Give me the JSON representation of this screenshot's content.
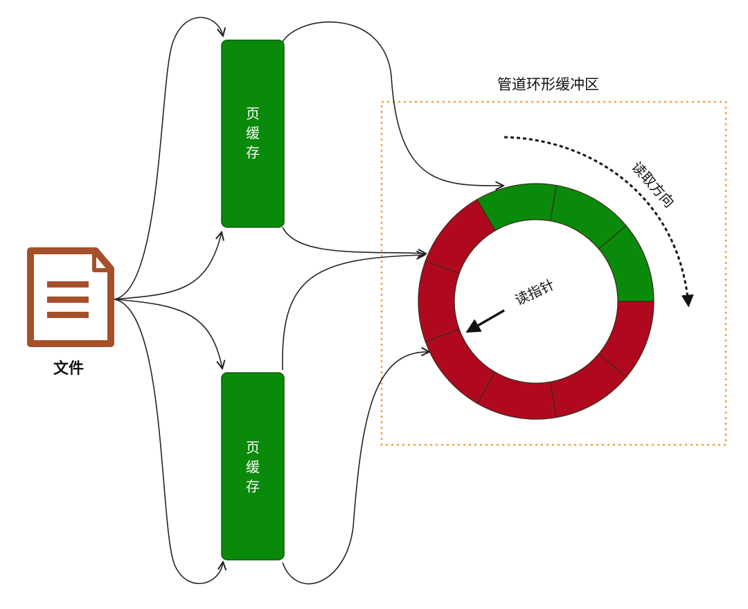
{
  "file": {
    "label": "文件",
    "icon": "document-icon"
  },
  "page_cache_top": {
    "label": "页缓存",
    "chars": [
      "页",
      "缓",
      "存"
    ]
  },
  "page_cache_bottom": {
    "label": "页缓存",
    "chars": [
      "页",
      "缓",
      "存"
    ]
  },
  "ring_buffer": {
    "title": "管道环形缓冲区",
    "read_pointer_label": "读指针",
    "read_direction_label": "读取方向",
    "segments": [
      {
        "state": "filled",
        "color": "#0a8a0a"
      },
      {
        "state": "filled",
        "color": "#0a8a0a"
      },
      {
        "state": "empty",
        "color": "#b0091f"
      },
      {
        "state": "empty",
        "color": "#b0091f"
      },
      {
        "state": "empty",
        "color": "#b0091f"
      },
      {
        "state": "empty",
        "color": "#b0091f"
      },
      {
        "state": "empty",
        "color": "#b0091f"
      },
      {
        "state": "empty",
        "color": "#b0091f"
      },
      {
        "state": "filled",
        "color": "#0a8a0a"
      }
    ]
  },
  "colors": {
    "cache_green": "#0a8a0a",
    "ring_red": "#b0091f",
    "file_brown": "#a4502b",
    "boundary_orange": "#f0a040"
  }
}
